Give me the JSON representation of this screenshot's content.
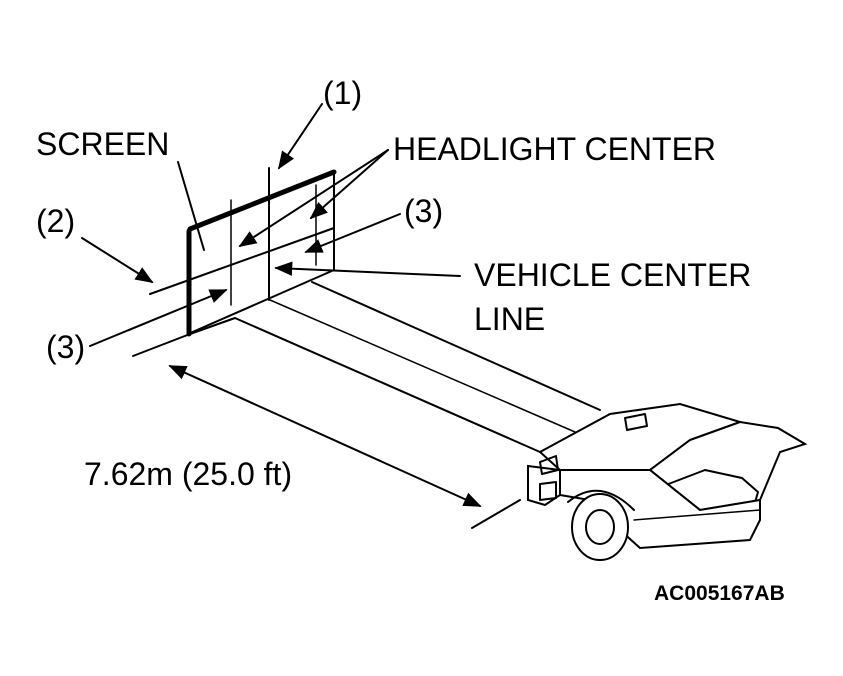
{
  "labels": {
    "callout_1": "(1)",
    "callout_2": "(2)",
    "callout_3_upper": "(3)",
    "callout_3_lower": "(3)",
    "screen": "SCREEN",
    "headlight_center": "HEADLIGHT CENTER",
    "vehicle_center_line_1": "VEHICLE CENTER",
    "vehicle_center_line_2": "LINE",
    "distance": "7.62m (25.0 ft)",
    "figure_code": "AC005167AB"
  }
}
